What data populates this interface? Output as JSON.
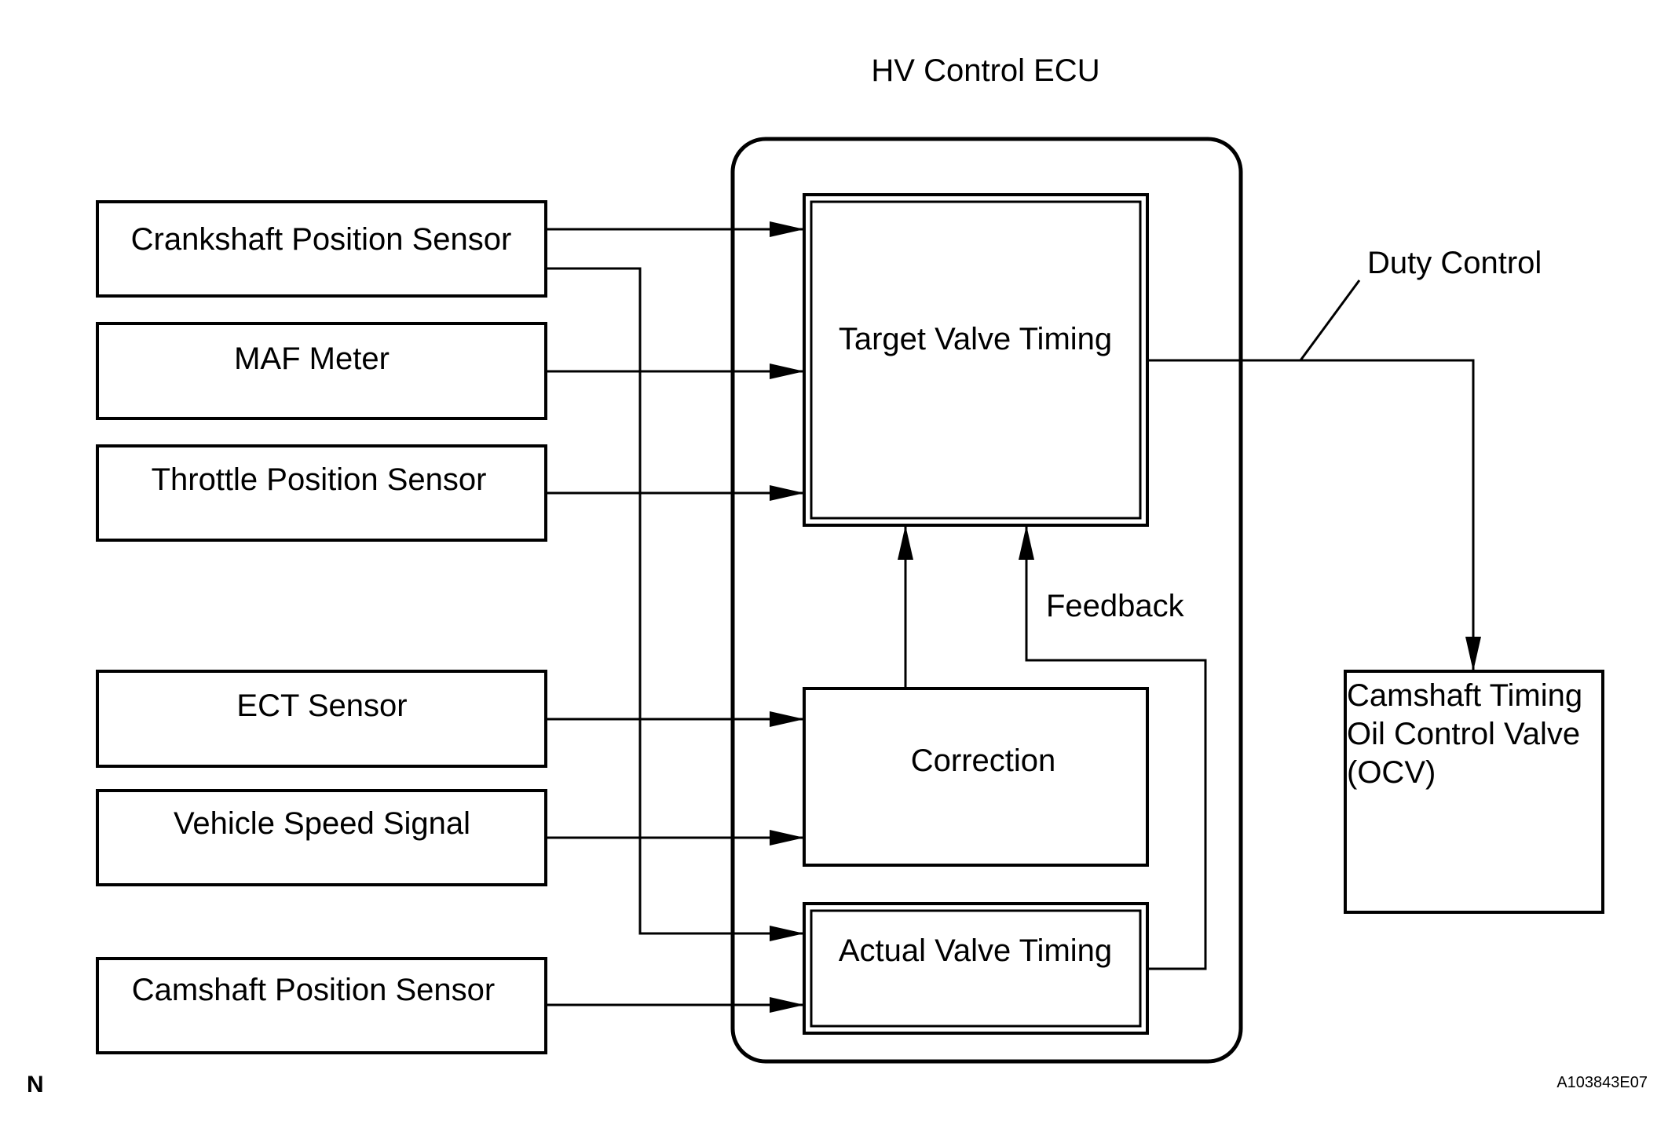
{
  "title": "HV Control ECU",
  "inputs": {
    "crankshaft": "Crankshaft Position Sensor",
    "maf": "MAF Meter",
    "throttle": "Throttle Position Sensor",
    "ect": "ECT Sensor",
    "vehicle_speed": "Vehicle Speed Signal",
    "camshaft": "Camshaft Position Sensor"
  },
  "ecu_blocks": {
    "target": "Target Valve Timing",
    "correction": "Correction",
    "actual": "Actual Valve Timing"
  },
  "labels": {
    "feedback": "Feedback",
    "duty_control": "Duty Control"
  },
  "output": {
    "line1": "Camshaft Timing",
    "line2": "Oil Control Valve",
    "line3": "(OCV)"
  },
  "corner_mark": "N",
  "figure_code": "A103843E07"
}
